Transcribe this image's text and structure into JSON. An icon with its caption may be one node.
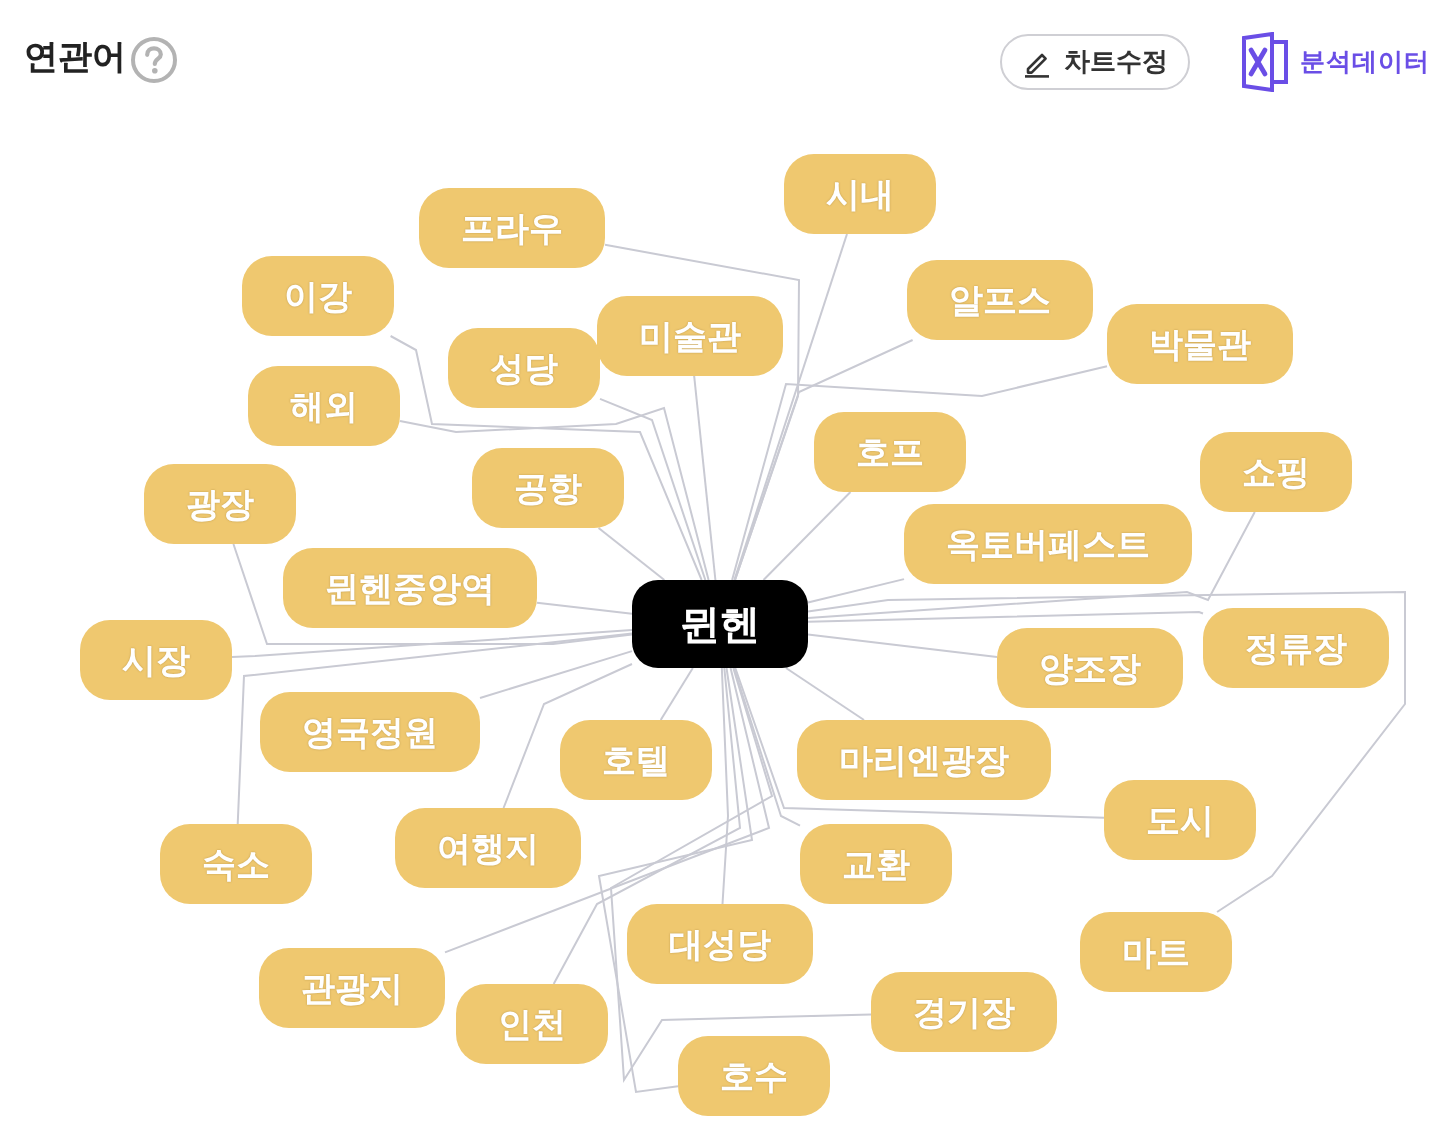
{
  "diagram": {
    "title": "연관어",
    "nodes": [
      {
        "text": [
          "시내"
        ]
      },
      {
        "text": [
          "프라우"
        ]
      },
      {
        "text": [
          "이강"
        ]
      },
      {
        "text": [
          "미술관"
        ]
      },
      {
        "text": [
          "알프스"
        ]
      },
      {
        "text": [
          "박물관"
        ]
      },
      {
        "text": [
          "성당"
        ]
      },
      {
        "text": [
          "해외"
        ]
      },
      {
        "text": [
          "공항"
        ]
      },
      {
        "text": [
          "호프"
        ]
      },
      {
        "text": [
          "쇼핑"
        ]
      },
      {
        "text": [
          "광장"
        ]
      },
      {
        "text": [
          "옥토버페스트"
        ]
      },
      {
        "text": [
          "뮌헨중앙역"
        ]
      },
      {
        "text": [
          "뮌헨"
        ]
      },
      {
        "text": [
          "시장"
        ]
      },
      {
        "text": [
          "양조장"
        ]
      },
      {
        "text": [
          "정류장"
        ]
      },
      {
        "text": [
          "영국정원"
        ]
      },
      {
        "text": [
          "호텔"
        ]
      },
      {
        "text": [
          "마리엔광장"
        ]
      },
      {
        "text": [
          "여행지"
        ]
      },
      {
        "text": [
          "도시"
        ]
      },
      {
        "text": [
          "숙소"
        ]
      },
      {
        "text": [
          "교환"
        ]
      },
      {
        "text": [
          "대성당"
        ]
      },
      {
        "text": [
          "마트"
        ]
      },
      {
        "text": [
          "관광지"
        ]
      },
      {
        "text": [
          "인천"
        ]
      },
      {
        "text": [
          "경기장"
        ]
      },
      {
        "text": [
          "호수"
        ]
      }
    ],
    "edges": [
      {
        "from": 14,
        "to": 0,
        "arrow": "none"
      },
      {
        "from": 14,
        "to": 1,
        "arrow": "none"
      },
      {
        "from": 14,
        "to": 2,
        "arrow": "none"
      },
      {
        "from": 14,
        "to": 3,
        "arrow": "none"
      },
      {
        "from": 14,
        "to": 4,
        "arrow": "none"
      },
      {
        "from": 14,
        "to": 5,
        "arrow": "none"
      },
      {
        "from": 14,
        "to": 6,
        "arrow": "none"
      },
      {
        "from": 14,
        "to": 7,
        "arrow": "none"
      },
      {
        "from": 14,
        "to": 8,
        "arrow": "none"
      },
      {
        "from": 14,
        "to": 9,
        "arrow": "none"
      },
      {
        "from": 14,
        "to": 10,
        "arrow": "none"
      },
      {
        "from": 14,
        "to": 11,
        "arrow": "none"
      },
      {
        "from": 14,
        "to": 12,
        "arrow": "none"
      },
      {
        "from": 14,
        "to": 13,
        "arrow": "none"
      },
      {
        "from": 14,
        "to": 15,
        "arrow": "none"
      },
      {
        "from": 14,
        "to": 16,
        "arrow": "none"
      },
      {
        "from": 14,
        "to": 17,
        "arrow": "none"
      },
      {
        "from": 14,
        "to": 18,
        "arrow": "none"
      },
      {
        "from": 14,
        "to": 19,
        "arrow": "none"
      },
      {
        "from": 14,
        "to": 20,
        "arrow": "none"
      },
      {
        "from": 14,
        "to": 21,
        "arrow": "none"
      },
      {
        "from": 14,
        "to": 22,
        "arrow": "none"
      },
      {
        "from": 14,
        "to": 23,
        "arrow": "none"
      },
      {
        "from": 14,
        "to": 24,
        "arrow": "none"
      },
      {
        "from": 14,
        "to": 25,
        "arrow": "none"
      },
      {
        "from": 14,
        "to": 26,
        "arrow": "none"
      },
      {
        "from": 14,
        "to": 27,
        "arrow": "none"
      },
      {
        "from": 14,
        "to": 28,
        "arrow": "none"
      },
      {
        "from": 14,
        "to": 29,
        "arrow": "none"
      },
      {
        "from": 14,
        "to": 30,
        "arrow": "none"
      }
    ],
    "labels": [
      "차트수정",
      "분석데이터"
    ]
  }
}
